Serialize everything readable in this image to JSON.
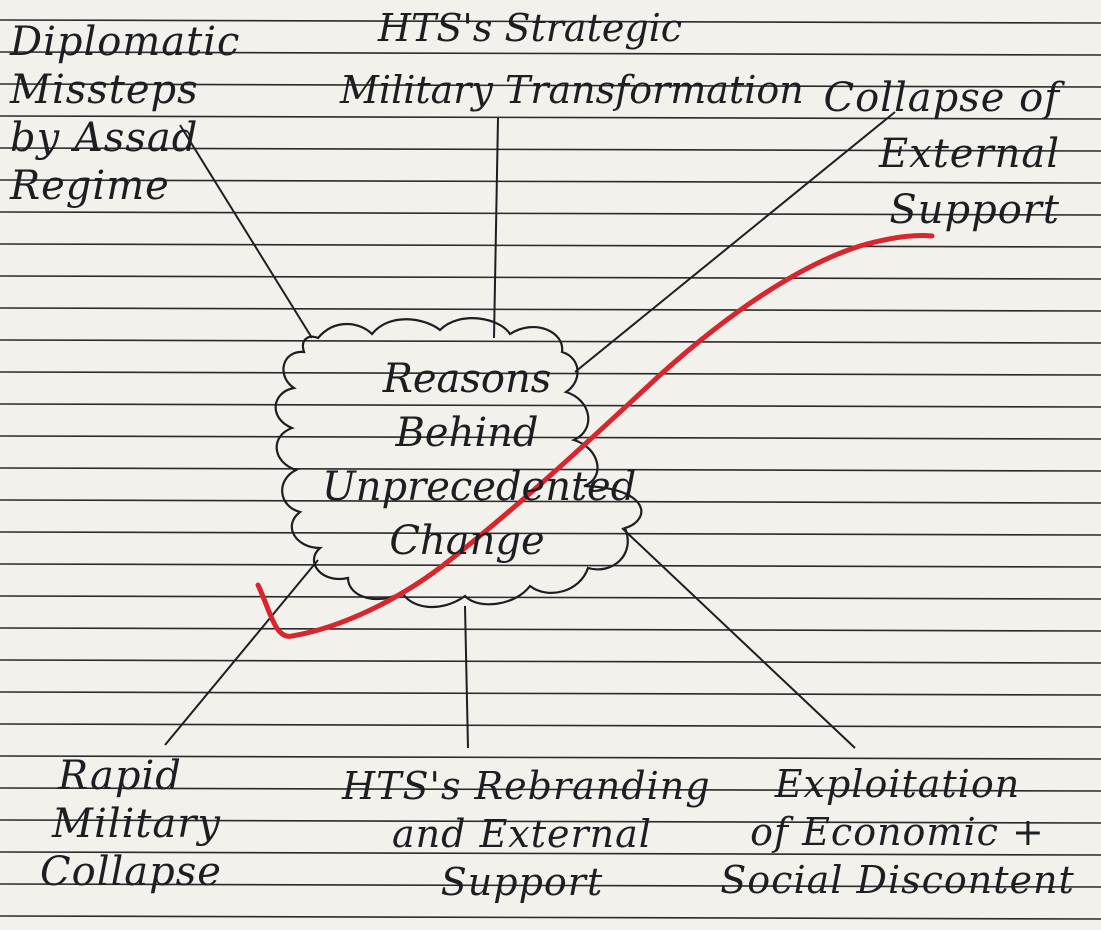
{
  "center": {
    "lines": [
      "Reasons",
      "Behind",
      "Unprecedented",
      "Change"
    ]
  },
  "nodes": [
    {
      "id": "diplomatic",
      "lines": [
        "Diplomatic",
        "Missteps",
        "by Assad",
        "Regime"
      ]
    },
    {
      "id": "hts-strategic",
      "lines": [
        "HTS's Strategic",
        "Military Transformation"
      ]
    },
    {
      "id": "external-support",
      "lines": [
        "Collapse of",
        "External",
        "Support"
      ]
    },
    {
      "id": "military-collapse",
      "lines": [
        "Rapid",
        "Military",
        "Collapse"
      ]
    },
    {
      "id": "hts-rebranding",
      "lines": [
        "HTS's Rebranding",
        "and External",
        "Support"
      ]
    },
    {
      "id": "discontent",
      "lines": [
        "Exploitation",
        "of Economic +",
        "Social Discontent"
      ]
    }
  ],
  "colors": {
    "paper": "#f3f1ec",
    "rule_line": "#2a2a2e",
    "ink": "#1d1d22",
    "red_mark": "#d8252e"
  },
  "annotation": {
    "type": "red-check-mark"
  }
}
